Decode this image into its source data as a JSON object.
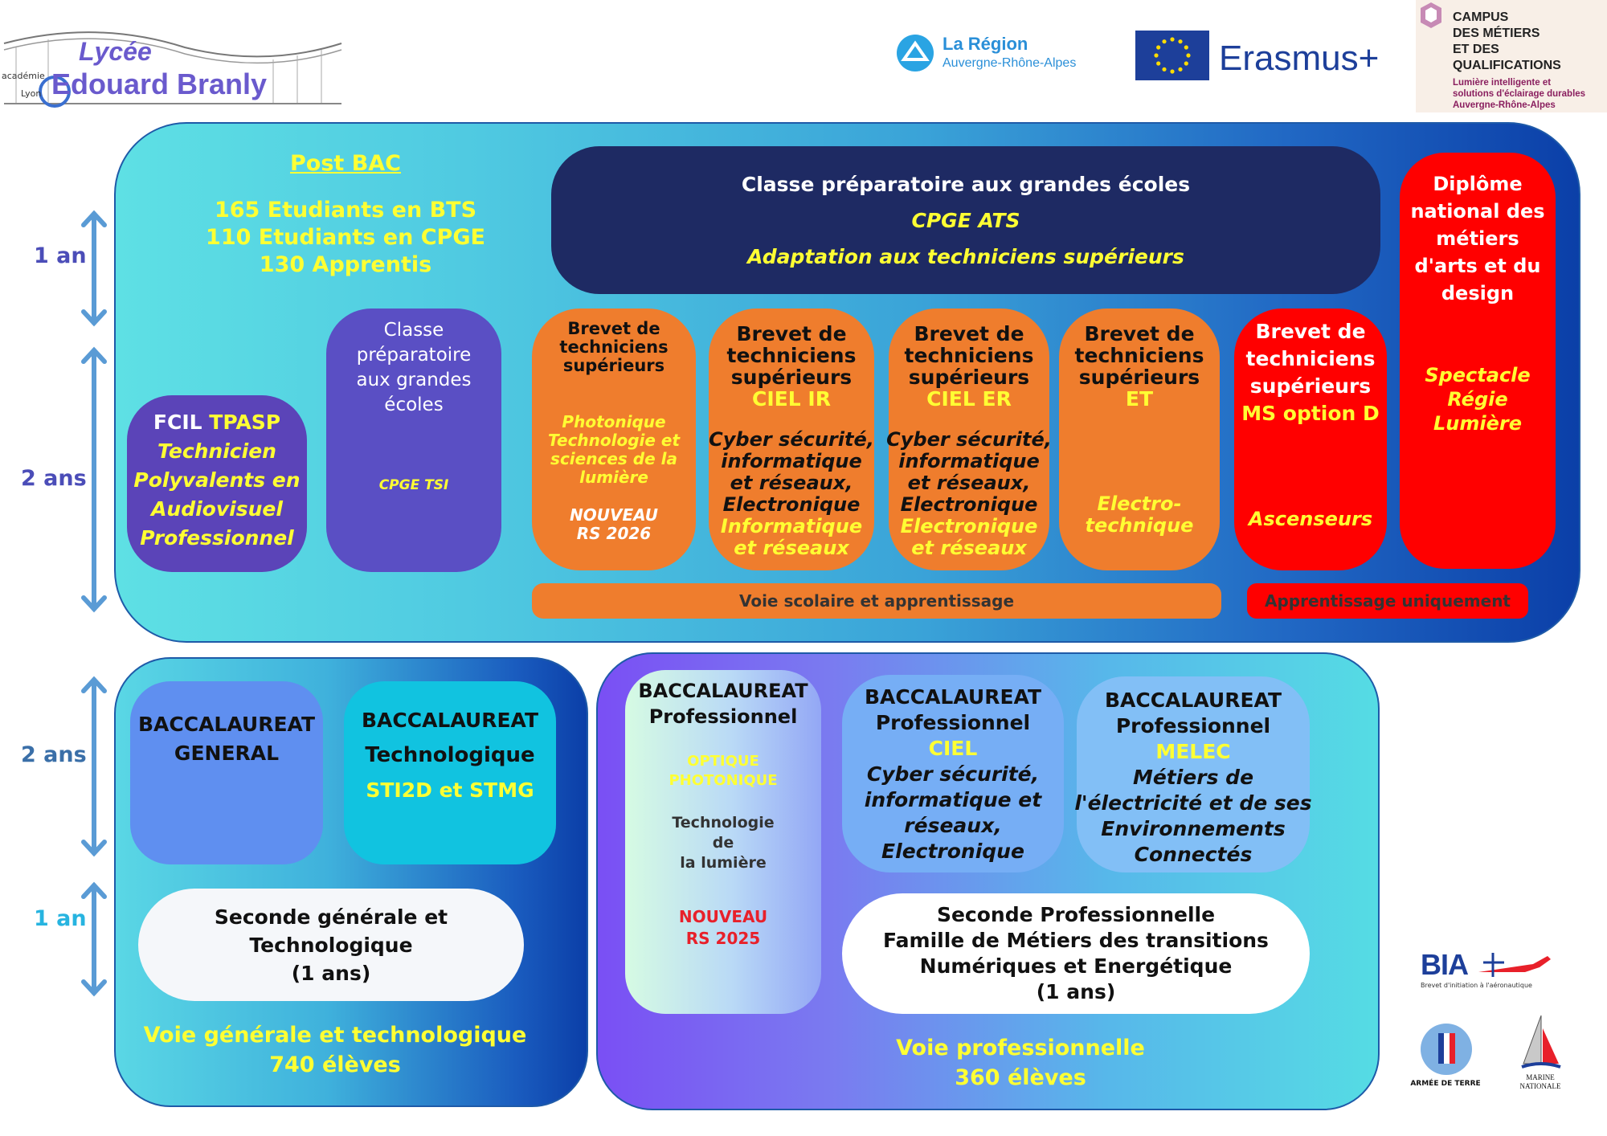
{
  "logos": {
    "lycee_line1": "Lycée",
    "lycee_line2": "Edouard Branly",
    "academie_a": "académie",
    "academie_b": "Lyon",
    "region_name": "La Région",
    "region_sub": "Auvergne-Rhône-Alpes",
    "erasmus": "Erasmus+",
    "campus_l1": "CAMPUS",
    "campus_l2": "DES MÉTIERS",
    "campus_l3": "ET DES",
    "campus_l4": "QUALIFICATIONS",
    "campus_s1": "Lumière intelligente et",
    "campus_s2": "solutions d'éclairage durables",
    "campus_s3": "Auvergne-Rhône-Alpes",
    "bia": "BIA",
    "bia_sub": "Brevet d'initiation à l'aéronautique",
    "armee": "ARMÉE DE TERRE",
    "marine_l1": "MARINE",
    "marine_l2": "NATIONALE"
  },
  "durations": {
    "top_1an": "1 an",
    "top_2ans": "2 ans",
    "bottom_2ans": "2 ans",
    "bottom_1an": "1 an"
  },
  "postbac": {
    "title": "Post BAC ",
    "stats": [
      "165 Etudiants en BTS",
      "110 Etudiants en CPGE",
      "130 Apprentis"
    ],
    "cpge_ats": {
      "title": "Classe préparatoire aux grandes écoles",
      "sub1": "CPGE ATS",
      "sub2": "Adaptation aux techniciens supérieurs"
    },
    "dnmade": {
      "title": [
        "Diplôme",
        "national des",
        "métiers",
        "d'arts et du",
        "design"
      ],
      "specialty": [
        "Spectacle",
        "Régie",
        "Lumière"
      ]
    },
    "fcil": {
      "prefix": "FCIL ",
      "code": "TPASP",
      "lines": [
        "Technicien",
        "Polyvalents en",
        "Audiovisuel",
        "Professionnel"
      ]
    },
    "cpge_tsi": {
      "title": [
        "Classe",
        "préparatoire",
        "aux grandes",
        "écoles"
      ],
      "sub": "CPGE TSI"
    },
    "bts_photonique": {
      "title": [
        "Brevet de",
        "techniciens",
        "supérieurs"
      ],
      "specialty": [
        "Photonique",
        "Technologie et",
        "sciences de la",
        "lumière"
      ],
      "new": [
        "NOUVEAU",
        "RS 2026"
      ]
    },
    "bts_ciel_ir": {
      "title": [
        "Brevet de",
        "techniciens",
        "supérieurs"
      ],
      "code": "CIEL IR",
      "desc": [
        "Cyber sécurité,",
        "informatique",
        "et réseaux,",
        "Electronique"
      ],
      "option": [
        "Informatique",
        "et réseaux"
      ]
    },
    "bts_ciel_er": {
      "title": [
        "Brevet de",
        "techniciens",
        "supérieurs"
      ],
      "code": "CIEL ER",
      "desc": [
        "Cyber sécurité,",
        "informatique",
        "et réseaux,",
        "Electronique"
      ],
      "option": [
        "Electronique",
        "et réseaux"
      ]
    },
    "bts_et": {
      "title": [
        "Brevet de",
        "techniciens",
        "supérieurs"
      ],
      "code": "ET",
      "option": [
        "Electro-",
        "technique"
      ]
    },
    "bts_ms": {
      "title": [
        "Brevet de",
        "techniciens",
        "supérieurs"
      ],
      "code": "MS option D",
      "option": "Ascenseurs"
    },
    "voie_scolaire": "Voie scolaire et apprentissage",
    "apprentissage": "Apprentissage uniquement"
  },
  "general": {
    "bac_general": [
      "BACCALAUREAT",
      "GENERAL"
    ],
    "bac_techno": {
      "title": "BACCALAUREAT",
      "sub": "Technologique",
      "series": "STI2D et STMG"
    },
    "seconde": [
      "Seconde générale et",
      "Technologique",
      "(1 ans)"
    ],
    "footer": [
      "Voie générale et technologique",
      "740 élèves"
    ]
  },
  "pro": {
    "bac_optique": {
      "title": "BACCALAUREAT",
      "sub": "Professionnel",
      "specialty": [
        "OPTIQUE",
        "PHOTONIQUE"
      ],
      "desc": [
        "Technologie",
        "de",
        "la lumière"
      ],
      "new": [
        "NOUVEAU",
        "RS 2025"
      ]
    },
    "bac_ciel": {
      "title": "BACCALAUREAT",
      "sub": "Professionnel",
      "code": "CIEL",
      "desc": [
        "Cyber sécurité,",
        "informatique et",
        "réseaux,",
        "Electronique"
      ]
    },
    "bac_melec": {
      "title": "BACCALAUREAT",
      "sub": "Professionnel",
      "code": "MELEC",
      "desc": [
        "Métiers de",
        "l'électricité et de ses",
        "Environnements",
        "Connectés"
      ]
    },
    "seconde": [
      "Seconde Professionnelle",
      "Famille de Métiers des transitions",
      "Numériques et Energétique",
      "(1 ans)"
    ],
    "footer": [
      "Voie professionnelle",
      "360 élèves"
    ]
  },
  "colors": {
    "orange": "#ef7d2d",
    "red": "#ff0000",
    "navy": "#1e2a63",
    "purple": "#5b4cbd",
    "yellow": "#ffff33",
    "arrow": "#5a9bd5"
  }
}
